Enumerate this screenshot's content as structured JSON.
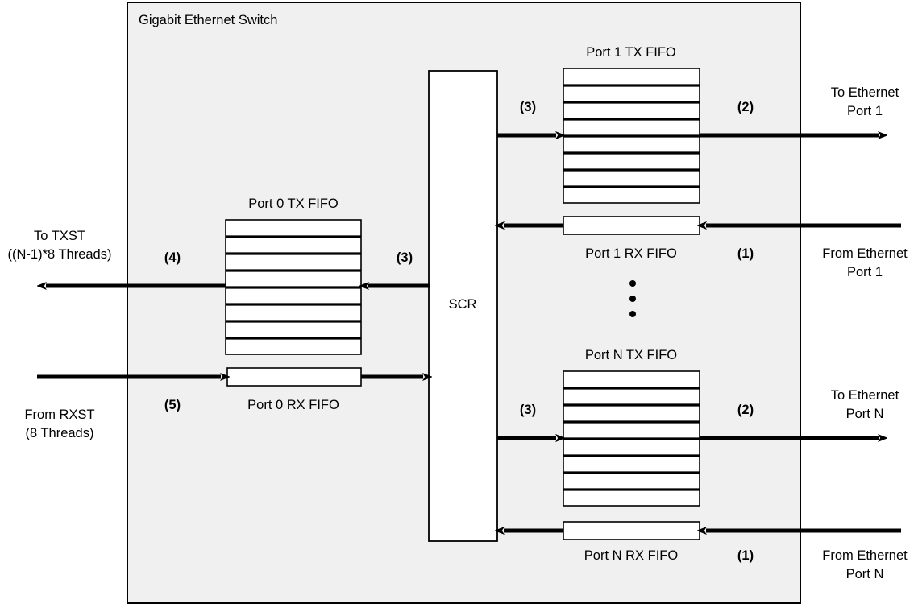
{
  "panel": {
    "title": "Gigabit Ethernet Switch",
    "bg_color": "#f0f0f0",
    "border_color": "#000000"
  },
  "switch_core": {
    "label": "SCR"
  },
  "fifos": [
    {
      "id": "port1-tx",
      "label": "Port 1 TX FIFO",
      "rows": 8,
      "kind": "tx"
    },
    {
      "id": "port1-rx",
      "label": "Port 1 RX FIFO",
      "rows": 1,
      "kind": "rx"
    },
    {
      "id": "port0-tx",
      "label": "Port 0 TX FIFO",
      "rows": 8,
      "kind": "tx"
    },
    {
      "id": "port0-rx",
      "label": "Port 0 RX FIFO",
      "rows": 1,
      "kind": "rx"
    },
    {
      "id": "portN-tx",
      "label": "Port N TX FIFO",
      "rows": 8,
      "kind": "tx"
    },
    {
      "id": "portN-rx",
      "label": "Port N RX FIFO",
      "rows": 1,
      "kind": "rx"
    }
  ],
  "labels": {
    "port1_tx_fifo": "Port 1 TX FIFO",
    "port1_rx_fifo": "Port 1 RX FIFO",
    "port0_tx_fifo": "Port 0 TX FIFO",
    "port0_rx_fifo": "Port 0 RX FIFO",
    "portN_tx_fifo": "Port N TX FIFO",
    "portN_rx_fifo": "Port N RX FIFO"
  },
  "endpoints": {
    "to_ethernet_port1_line1": "To Ethernet",
    "to_ethernet_port1_line2": "Port 1",
    "from_ethernet_port1_line1": "From Ethernet",
    "from_ethernet_port1_line2": "Port 1",
    "to_ethernet_portN_line1": "To Ethernet",
    "to_ethernet_portN_line2": "Port N",
    "from_ethernet_portN_line1": "From Ethernet",
    "from_ethernet_portN_line2": "Port N",
    "to_txst_line1": "To TXST",
    "to_txst_line2": "((N-1)*8 Threads)",
    "from_rxst_line1": "From RXST",
    "from_rxst_line2": "(8 Threads)"
  },
  "steps": {
    "port1_ingress": "(1)",
    "port1_egress": "(2)",
    "port1_scr_to_tx": "(3)",
    "port0_scr_to_tx": "(3)",
    "port0_tx_to_txst": "(4)",
    "port0_rxst_to_rx": "(5)",
    "portN_ingress": "(1)",
    "portN_egress": "(2)",
    "portN_scr_to_tx": "(3)"
  },
  "ellipsis": {
    "symbol": "•",
    "count": 3
  }
}
